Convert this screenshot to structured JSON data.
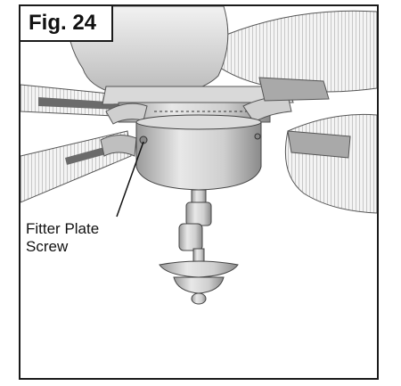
{
  "figure": {
    "label": "Fig. 24",
    "callout": {
      "line1": "Fitter Plate",
      "line2": "Screw"
    }
  },
  "colors": {
    "border": "#1a1a1a",
    "metal_light": "#e6e6e6",
    "metal_mid": "#bdbdbd",
    "metal_dark": "#7a7a7a"
  }
}
